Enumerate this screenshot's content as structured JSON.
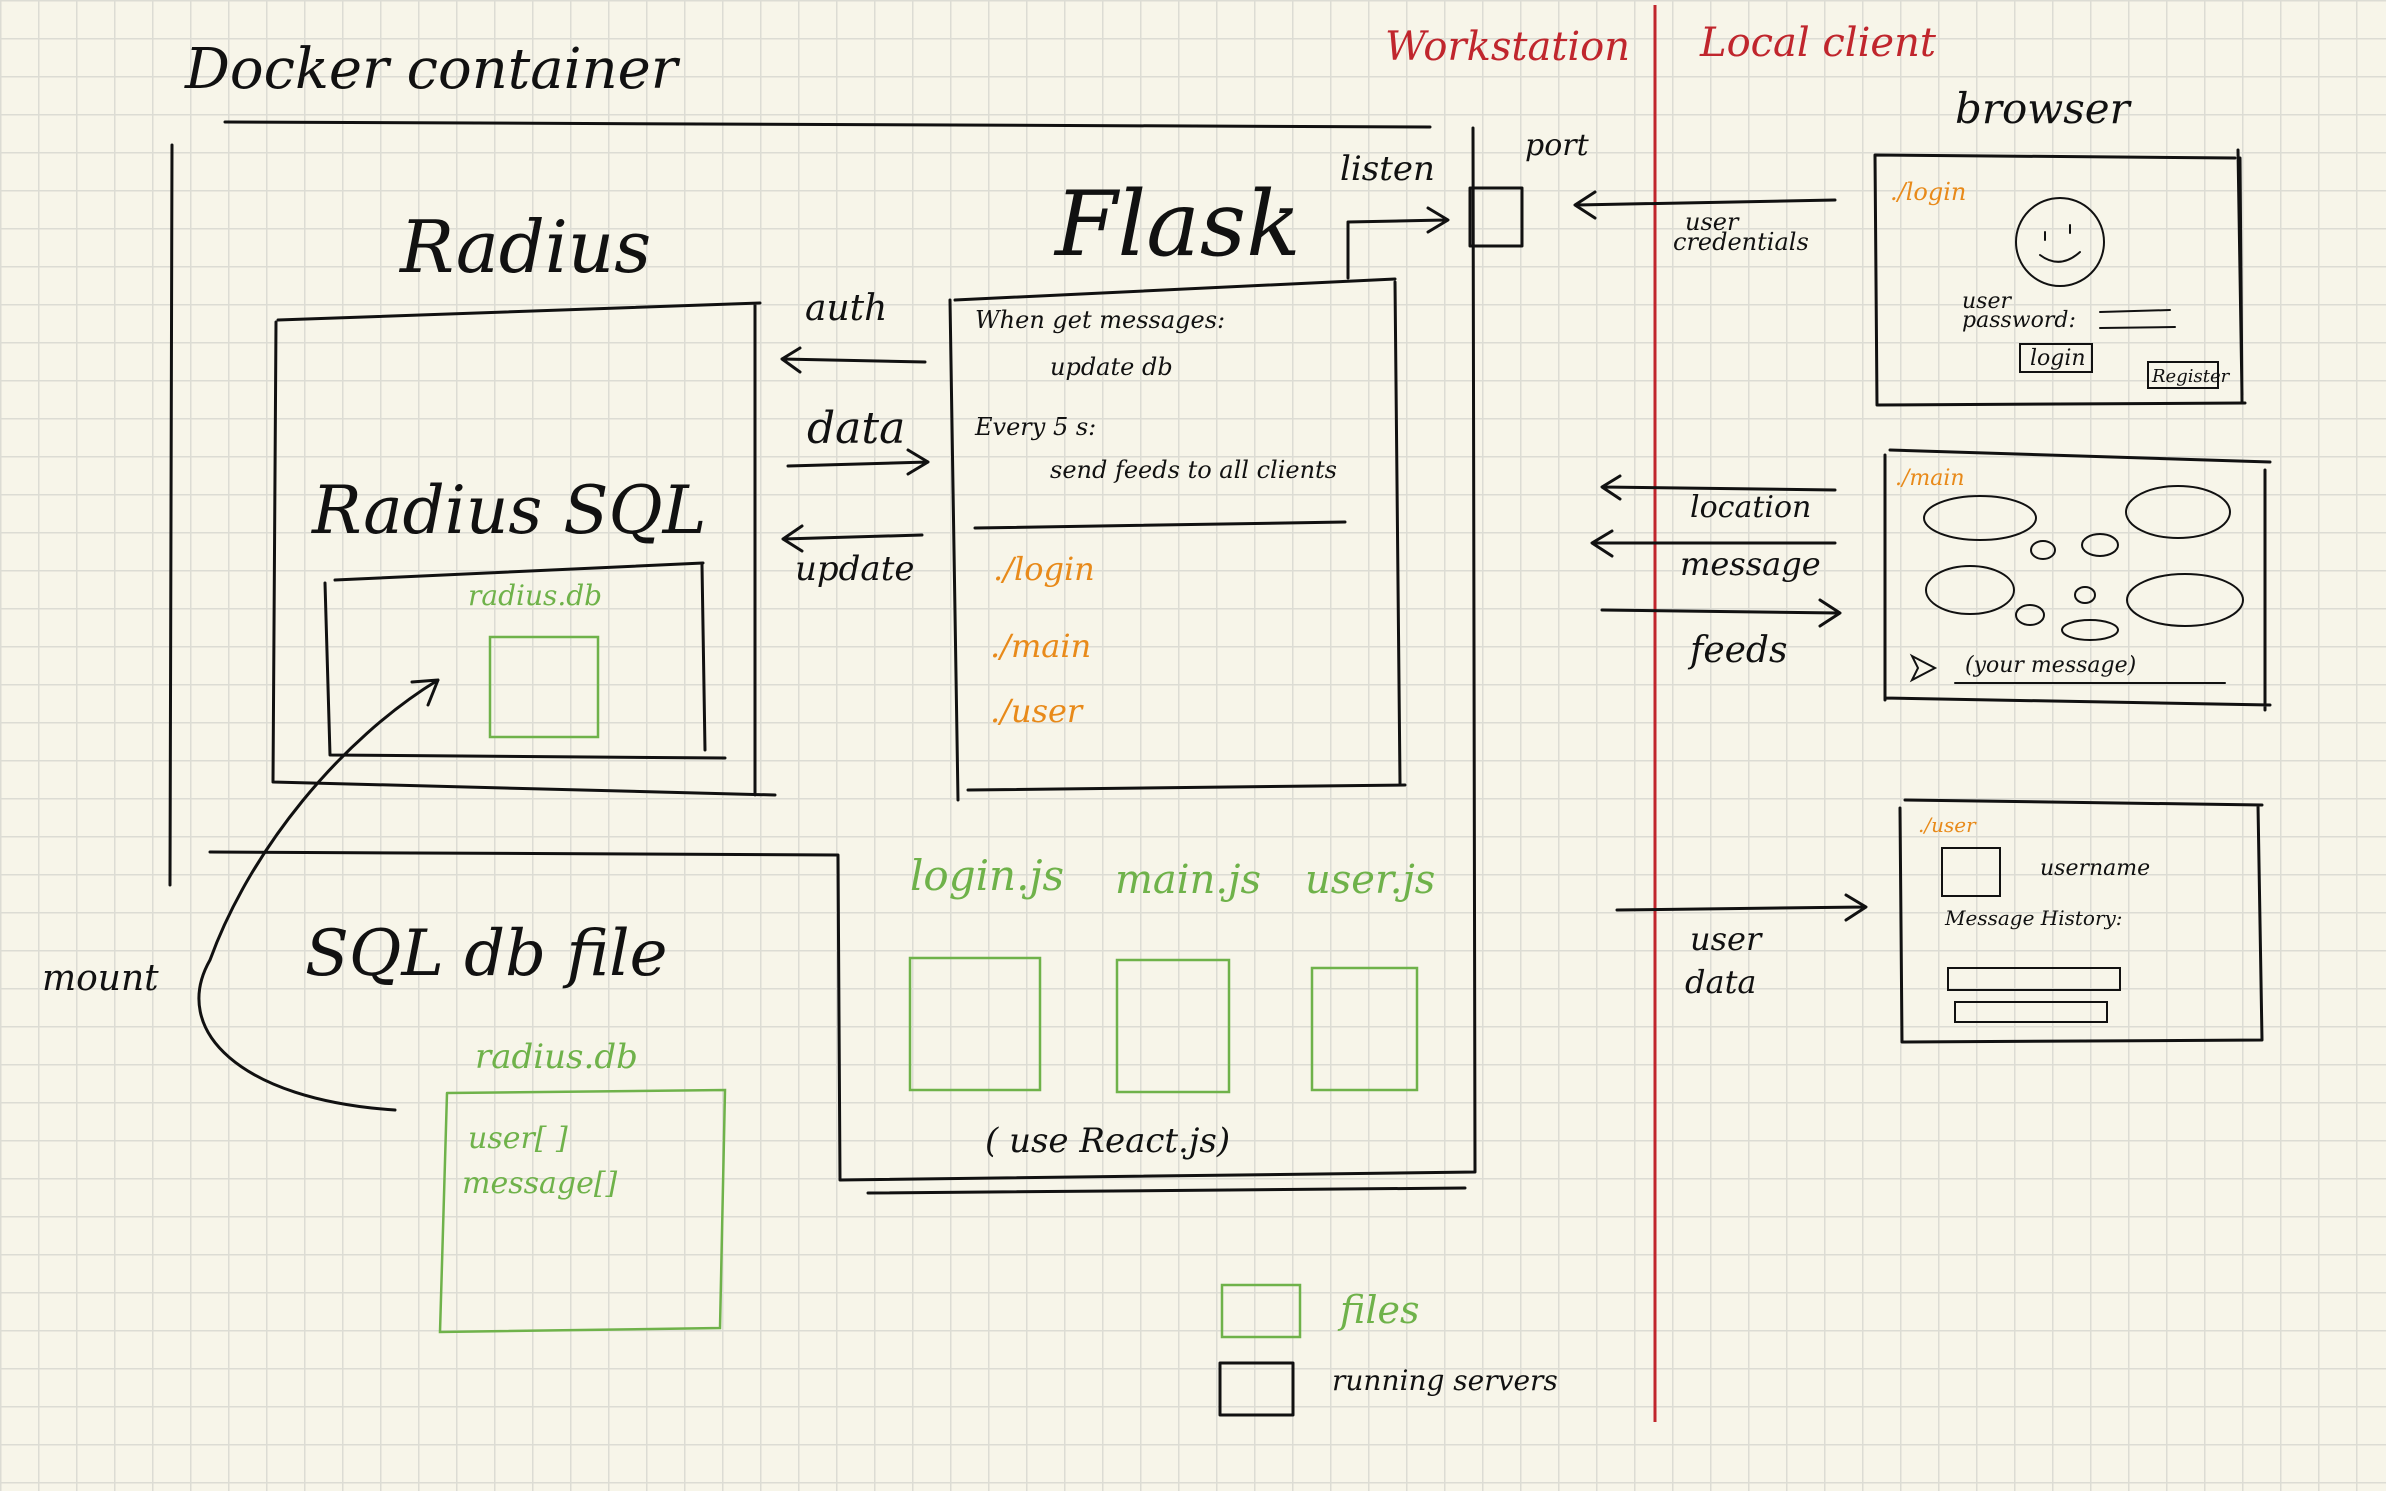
{
  "colors": {
    "ink": "#111111",
    "files": "#6fb24a",
    "routes": "#e88a1a",
    "divider": "#c0262d"
  },
  "sections": {
    "docker_container": "Docker container",
    "workstation": "Workstation",
    "local_client": "Local client",
    "browser": "browser"
  },
  "radius": {
    "title": "Radius",
    "sql_title": "Radius SQL",
    "db_label": "radius.db"
  },
  "flask": {
    "title": "Flask",
    "line1": "When get messages:",
    "line2": "update db",
    "line3": "Every 5 s:",
    "line4": "send feeds to all clients",
    "routes": [
      "./login",
      "./main",
      "./user"
    ]
  },
  "arrows": {
    "auth": "auth",
    "data": "data",
    "update": "update",
    "listen": "listen",
    "port": "port"
  },
  "sql_file": {
    "title": "SQL db file",
    "db_label": "radius.db",
    "tables": [
      "user[  ]",
      "message[]"
    ],
    "mount": "mount"
  },
  "js_files": {
    "files": [
      "login.js",
      "main.js",
      "user.js"
    ],
    "note": "( use   React.js)"
  },
  "client_arrows": {
    "credentials_1": "user",
    "credentials_2": "credentials",
    "location": "location",
    "message": "message",
    "feeds": "feeds",
    "user_data_1": "user",
    "user_data_2": "data"
  },
  "login_page": {
    "route": "./login",
    "user": "user",
    "password": "password:",
    "login_button": "login",
    "register_button": "Register"
  },
  "main_page": {
    "route": "./main",
    "input_placeholder": "(your message)"
  },
  "user_page": {
    "route": "./user",
    "username": "username",
    "history": "Message History:"
  },
  "legend": {
    "files": "files",
    "running_servers": "running servers"
  }
}
